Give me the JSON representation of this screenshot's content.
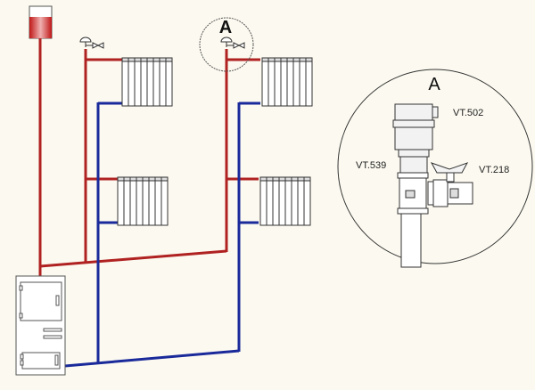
{
  "detail_marker": "A",
  "detail": {
    "title": "A",
    "labels": {
      "air_vent": "VT.502",
      "tee": "VT.539",
      "ball_valve": "VT.218"
    }
  },
  "colors": {
    "supply": "#b02222",
    "return": "#1a2a9a",
    "background": "#fcfaf0"
  }
}
